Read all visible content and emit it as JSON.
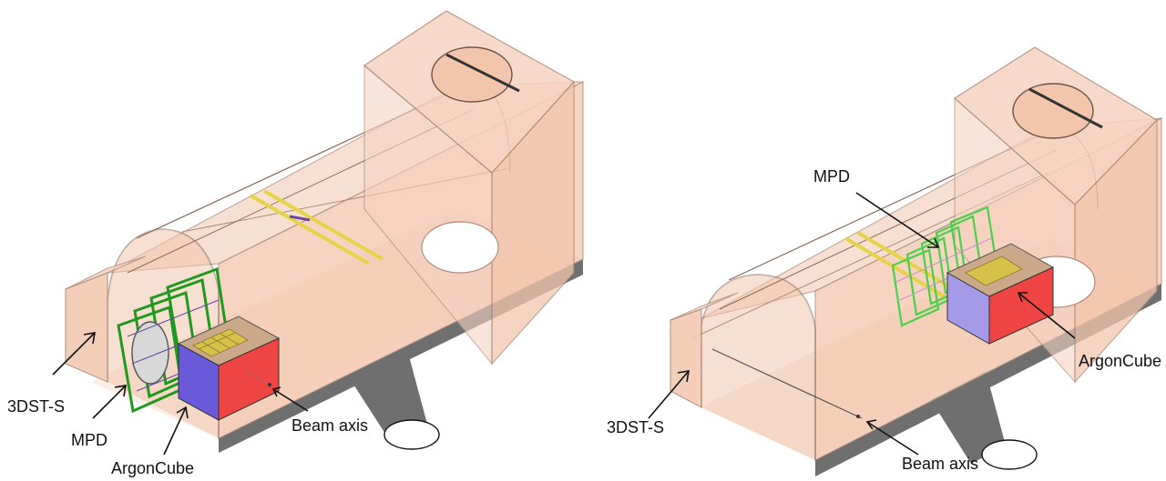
{
  "colors": {
    "hall": "#f2c6ad",
    "hall_edge": "#b08a78",
    "floor": "#888888",
    "shadow": "#6f6f6f",
    "argoncube_top": "#c9a98a",
    "argoncube_side": "#6a5ad9",
    "argoncube_front": "#ee4444",
    "argoncube_readout": "#d4c24a",
    "mpd_frame": "#1f9a1f",
    "mpd_coil": "#6a4aa0",
    "beam_rail": "#e5d44a",
    "arrow": "#111111"
  },
  "left_view": {
    "labels": {
      "sts": "3DST-S",
      "mpd": "MPD",
      "argoncube": "ArgonCube",
      "beam": "Beam axis"
    }
  },
  "right_view": {
    "labels": {
      "mpd": "MPD",
      "argoncube": "ArgonCube",
      "sts": "3DST-S",
      "beam": "Beam axis"
    }
  }
}
